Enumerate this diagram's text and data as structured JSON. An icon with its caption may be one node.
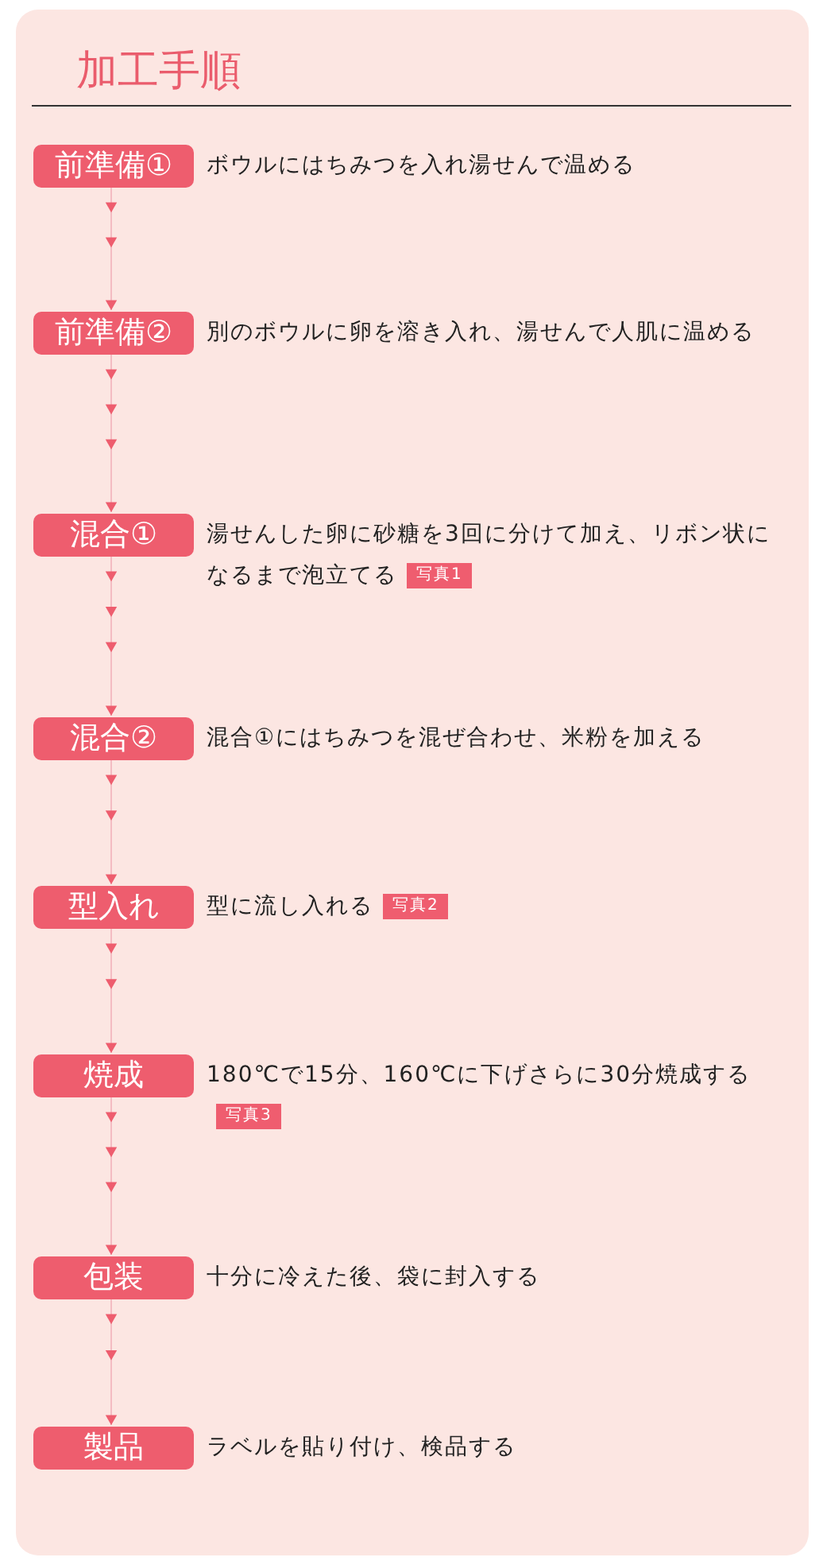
{
  "diagram": {
    "title": "加工手順",
    "nodes": [
      {
        "text": [
          "前準備①"
        ],
        "beside": [
          "ボウルにはちみつを入れ湯せんで温める"
        ]
      },
      {
        "text": [
          "前準備②"
        ],
        "beside": [
          "別のボウルに卵を溶き入れ、湯せんで人肌に温める"
        ]
      },
      {
        "text": [
          "混合①"
        ],
        "beside": [
          "湯せんした卵に砂糖を3回に分けて加え、リボン状になるまで泡立てる"
        ]
      },
      {
        "text": [
          "写真1"
        ]
      },
      {
        "text": [
          "混合②"
        ],
        "beside": [
          "混合①にはちみつを混ぜ合わせ、米粉を加える"
        ]
      },
      {
        "text": [
          "型入れ"
        ],
        "beside": [
          "型に流し入れる"
        ]
      },
      {
        "text": [
          "写真2"
        ]
      },
      {
        "text": [
          "焼成"
        ],
        "beside": [
          "180℃で15分、160℃に下げさらに30分焼成する"
        ]
      },
      {
        "text": [
          "写真3"
        ]
      },
      {
        "text": [
          "包装"
        ],
        "beside": [
          "十分に冷えた後、袋に封入する"
        ]
      },
      {
        "text": [
          "製品"
        ],
        "beside": [
          "ラベルを貼り付け、検品する"
        ]
      }
    ],
    "edges": [
      {
        "from": 0,
        "to": 1,
        "arrow": "to"
      },
      {
        "from": 1,
        "to": 2,
        "arrow": "to"
      },
      {
        "from": 2,
        "to": 4,
        "arrow": "to"
      },
      {
        "from": 4,
        "to": 5,
        "arrow": "to"
      },
      {
        "from": 5,
        "to": 7,
        "arrow": "to"
      },
      {
        "from": 7,
        "to": 9,
        "arrow": "to"
      },
      {
        "from": 9,
        "to": 10,
        "arrow": "to"
      }
    ]
  }
}
